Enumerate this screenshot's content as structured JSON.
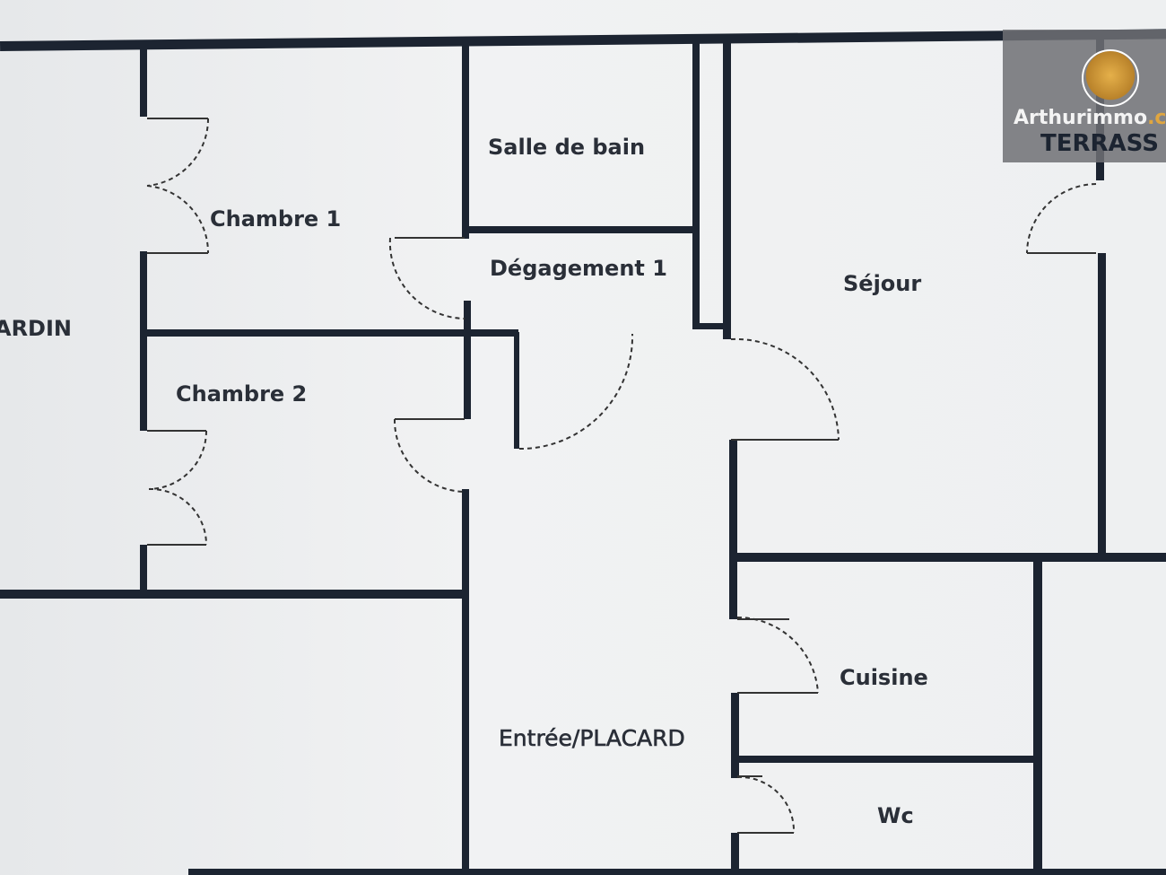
{
  "rooms": {
    "jardin": "ARDIN",
    "chambre1": "Chambre 1",
    "chambre2": "Chambre 2",
    "salle_de_bain": "Salle de bain",
    "degagement": "Dégagement 1",
    "sejour": "Séjour",
    "terrasse": "TERRASS",
    "entree": "Entrée/PLACARD",
    "cuisine": "Cuisine",
    "wc": "Wc"
  },
  "logo": {
    "brand": "Arthurimmo",
    "suffix": ".c"
  },
  "colors": {
    "wall": "#1c2431",
    "logo_gold": "#e0a640"
  }
}
